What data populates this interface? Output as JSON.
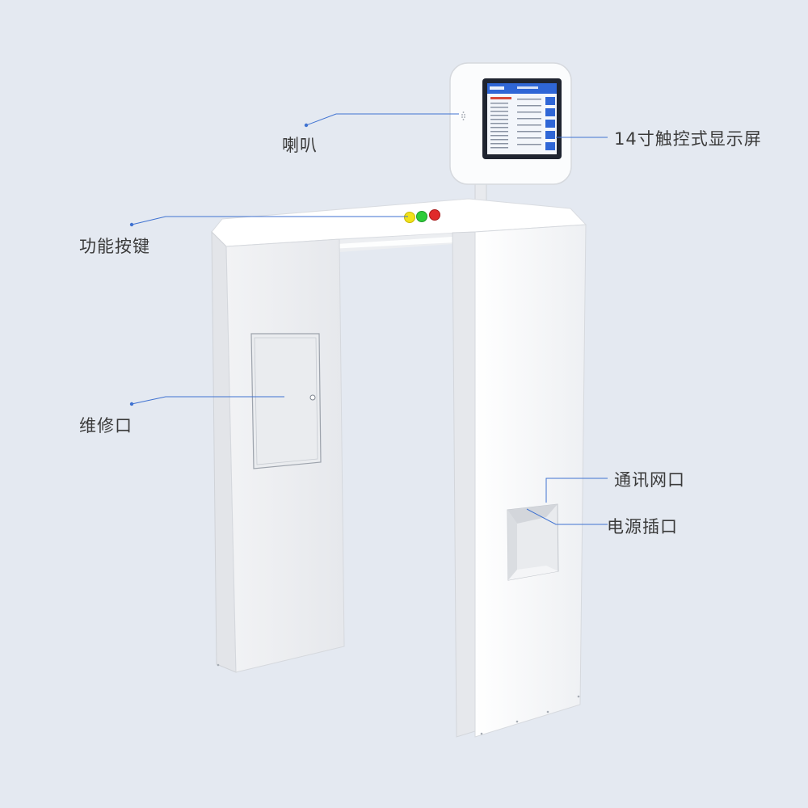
{
  "callouts": {
    "speaker": "喇叭",
    "function_keys": "功能按键",
    "maintenance_port": "维修口",
    "display": "14寸触控式显示屏",
    "network_port": "通讯网口",
    "power_socket": "电源插口"
  },
  "colors": {
    "background": "#e4e9f1",
    "leader_line": "#3f72d1",
    "button_yellow": "#f2e21a",
    "button_green": "#2ecc3a",
    "button_red": "#e02a2a",
    "screen_blue": "#2f66d6"
  },
  "icons": {
    "buttons": [
      "yellow-button-icon",
      "green-button-icon",
      "red-button-icon"
    ],
    "lock": "keyhole-icon"
  }
}
